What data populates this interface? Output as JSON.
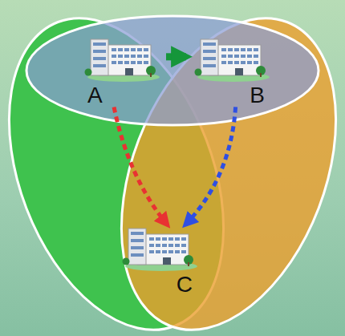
{
  "diagram": {
    "nodes": [
      {
        "text": [
          "A"
        ]
      },
      {
        "text": [
          "B"
        ]
      },
      {
        "text": [
          "C"
        ]
      }
    ],
    "edges": [
      {
        "from": 0,
        "to": 1,
        "arrow": "to"
      },
      {
        "from": 0,
        "to": 2,
        "arrow": "to"
      },
      {
        "from": 1,
        "to": 2,
        "arrow": "to"
      }
    ]
  }
}
